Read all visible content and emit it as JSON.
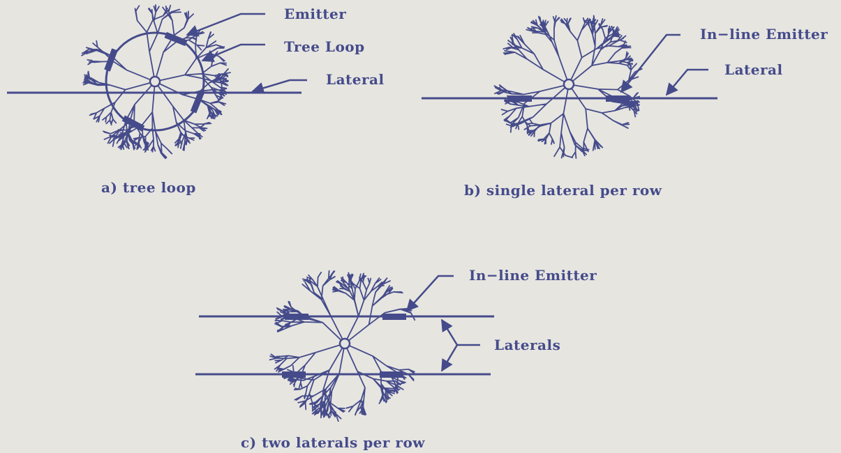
{
  "colors": {
    "ink": "#454b8a",
    "background": "#e6e5e0"
  },
  "panels": {
    "a": {
      "caption": "a) tree loop",
      "labels": {
        "emitter": "Emitter",
        "tree_loop": "Tree Loop",
        "lateral": "Lateral"
      }
    },
    "b": {
      "caption": "b) single lateral per row",
      "labels": {
        "inline_emitter": "In−line Emitter",
        "lateral": "Lateral"
      }
    },
    "c": {
      "caption": "c) two laterals per row",
      "labels": {
        "inline_emitter": "In−line Emitter",
        "laterals": "Laterals"
      }
    }
  }
}
